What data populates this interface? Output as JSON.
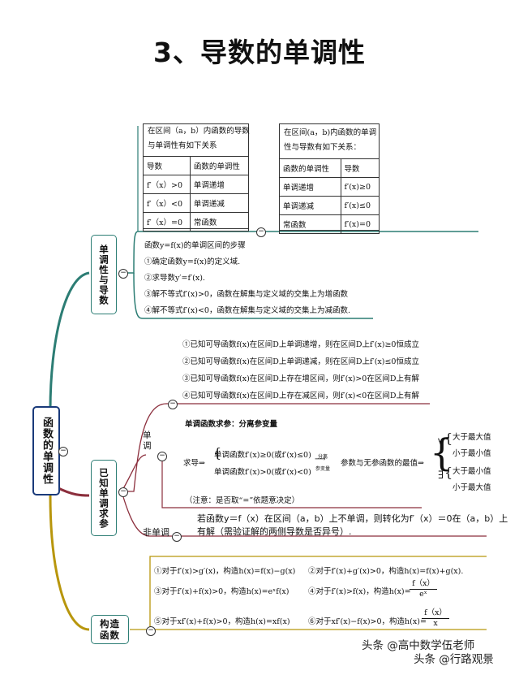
{
  "title": "3、导数的单调性",
  "root": {
    "label": "函数的单调性"
  },
  "branch1": {
    "label": "单调性与导数",
    "table_left": {
      "caption": [
        "在区间（a，b）内函数的导数",
        "与单调性有如下关系"
      ],
      "header": [
        "导数",
        "函数的单调性"
      ],
      "rows": [
        [
          "f′（x）>0",
          "单调递增"
        ],
        [
          "f′（x）<0",
          "单调递减"
        ],
        [
          "f′（x）=0",
          "常函数"
        ]
      ]
    },
    "table_right": {
      "caption": [
        "在区间(a，b)内函数的单调",
        "性与导数有如下关系："
      ],
      "header": [
        "函数的单调性",
        "导数"
      ],
      "rows": [
        [
          "单调递增",
          "f′(x)≥0"
        ],
        [
          "单调递减",
          "f′(x)≤0"
        ],
        [
          "常函数",
          "f′(x)=0"
        ]
      ]
    },
    "steps": [
      "函数y=f(x)的单调区间的步骤",
      "①确定函数y=f(x)的定义域.",
      "②求导数y′=f′(x).",
      "③解不等式f′(x)>0，函数在解集与定义域的交集上为增函数",
      "④解不等式f′(x)<0，函数在解集与定义域的交集上为减函数."
    ]
  },
  "branch2": {
    "label": "已知单调求参",
    "known": [
      "①已知可导函数f(x)在区间D上单调递增，则在区间D上f′(x)≥0恒成立",
      "②已知可导函数f(x)在区间D上单调递减，则在区间D上f′(x)≤0恒成立",
      "③已知可导函数f(x)在区间D上存在增区间，则f′(x)>0在区间D上有解",
      "④已知可导函数f(x)在区间D上存在减区间，则f′(x)<0在区间D上有解"
    ],
    "mono": {
      "label": "单调",
      "heading": "单调函数求参：分离参变量",
      "qiudao": "求导⇒",
      "case1": "单调函数f′(x)≥0(或f′(x)≤0)",
      "case2": "单调函数f′(x)>0(或f′(x)<0)",
      "arrow_top": "分离",
      "arrow_bottom": "参变量",
      "result": "参数与无参函数的最值⇒",
      "forall": "∀",
      "exists": "∃",
      "opts": [
        "大于最大值",
        "小于最小值",
        "大于最小值",
        "小于最大值"
      ],
      "note": "（注意：是否取“=”依题意决定）"
    },
    "nonmono": {
      "label": "非单调",
      "text": [
        "若函数y＝f（x）在区间（a，b）上不单调，则转化为f′（x）＝0在（a，b）上",
        "有解（需验证解的两侧导数是否异号）."
      ]
    }
  },
  "branch3": {
    "label": "构造函数",
    "items": [
      "①对于f′(x)>g′(x)，构造h(x)=f(x)−g(x)",
      "②对于f′(x)+g′(x)>0，构造h(x)=f(x)+g(x).",
      "③对于f′(x)+f(x)>0，构造h(x)=eˣf(x)",
      "④对于f′(x)>f(x)，构造h(x)=",
      "⑤对于xf′(x)+f(x)>0，构造h(x)=xf(x)",
      "⑥对于xf′(x)−f(x)>0，构造h(x)="
    ],
    "frac4": {
      "num": "f（x）",
      "den": "eˣ"
    },
    "frac6": {
      "num": "f（x）",
      "den": "x"
    }
  },
  "watermark": {
    "line1": "头条 @高中数学伍老师",
    "line2": "头条 @行路观景"
  },
  "colors": {
    "teal": "#2c7d74",
    "maroon": "#8b2e3c",
    "olive": "#b8960c",
    "navy": "#1a3a7a"
  }
}
